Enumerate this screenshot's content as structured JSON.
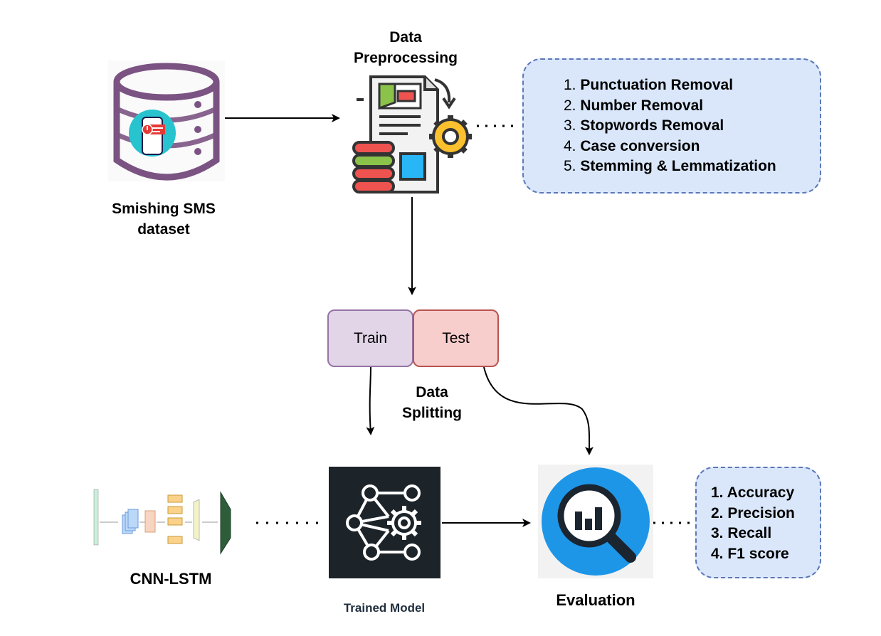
{
  "nodes": {
    "dataset": {
      "label_line1": "Smishing SMS",
      "label_line2": "dataset"
    },
    "preprocessing": {
      "label_line1": "Data",
      "label_line2": "Preprocessing"
    },
    "splitting": {
      "label_line1": "Data",
      "label_line2": "Splitting",
      "train": "Train",
      "test": "Test"
    },
    "model": {
      "label": "CNN-LSTM"
    },
    "trained": {
      "label": "Trained Model"
    },
    "evaluation": {
      "label": "Evaluation"
    }
  },
  "preprocessing_steps": [
    {
      "num": "1.",
      "text": "Punctuation Removal"
    },
    {
      "num": "2.",
      "text": "Number Removal"
    },
    {
      "num": "3.",
      "text": "Stopwords Removal"
    },
    {
      "num": "4.",
      "text": "Case conversion"
    },
    {
      "num": "5.",
      "text": "Stemming & Lemmatization"
    }
  ],
  "metrics": [
    "1. Accuracy",
    "2. Precision",
    "3. Recall",
    "4. F1 score"
  ],
  "colors": {
    "train_fill": "#e1d5e7",
    "train_border": "#9673a6",
    "test_fill": "#f8cecc",
    "test_border": "#b85450",
    "steps_fill": "#dae7fb",
    "steps_border": "#5b77b8",
    "db_purple": "#7b5383",
    "eval_blue": "#1e96e8",
    "model_bg": "#1d2429"
  },
  "icons": [
    "database-icon",
    "document-gear-icon",
    "neural-network-gear-icon",
    "magnifier-chart-icon",
    "cnn-lstm-architecture-icon"
  ]
}
